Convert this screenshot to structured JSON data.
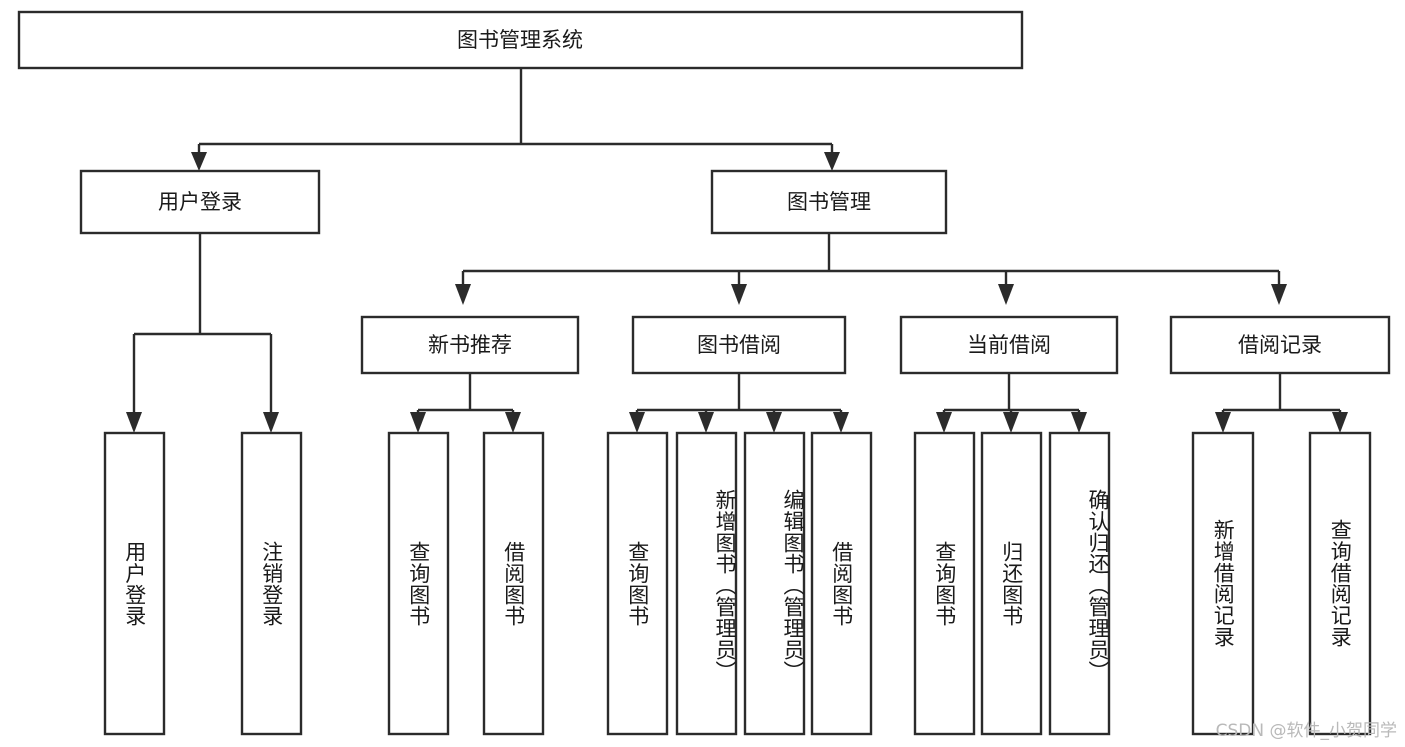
{
  "diagram": {
    "title": "图书管理系统",
    "watermark": "CSDN @软件_小贺同学",
    "type": "tree-hierarchy",
    "orientation": "top-down",
    "colors": {
      "box_fill": "#ffffff",
      "box_stroke": "#2b2b2b",
      "text": "#1a1a1a",
      "watermark": "#b9b9b9",
      "background": "#ffffff"
    },
    "root": {
      "id": "root",
      "label": "图书管理系统",
      "text_orientation": "horizontal"
    },
    "level2": [
      {
        "id": "user-login",
        "label": "用户登录",
        "text_orientation": "horizontal"
      },
      {
        "id": "book-manage",
        "label": "图书管理",
        "text_orientation": "horizontal"
      }
    ],
    "level3": [
      {
        "id": "new-book-recommend",
        "label": "新书推荐",
        "parent": "book-manage",
        "text_orientation": "horizontal"
      },
      {
        "id": "book-borrow",
        "label": "图书借阅",
        "parent": "book-manage",
        "text_orientation": "horizontal"
      },
      {
        "id": "current-borrow",
        "label": "当前借阅",
        "parent": "book-manage",
        "text_orientation": "horizontal"
      },
      {
        "id": "borrow-record",
        "label": "借阅记录",
        "parent": "book-manage",
        "text_orientation": "horizontal"
      }
    ],
    "leaves": [
      {
        "id": "leaf-user-login",
        "label": "用户登录",
        "parent": "user-login",
        "text_orientation": "vertical"
      },
      {
        "id": "leaf-logout-login",
        "label": "注销登录",
        "parent": "user-login",
        "text_orientation": "vertical"
      },
      {
        "id": "leaf-query-book-1",
        "label": "查询图书",
        "parent": "new-book-recommend",
        "text_orientation": "vertical"
      },
      {
        "id": "leaf-borrow-book-1",
        "label": "借阅图书",
        "parent": "new-book-recommend",
        "text_orientation": "vertical"
      },
      {
        "id": "leaf-query-book-2",
        "label": "查询图书",
        "parent": "book-borrow",
        "text_orientation": "vertical"
      },
      {
        "id": "leaf-add-book-admin",
        "label": "新增图书（管理员）",
        "parent": "book-borrow",
        "text_orientation": "vertical"
      },
      {
        "id": "leaf-edit-book-admin",
        "label": "编辑图书（管理员）",
        "parent": "book-borrow",
        "text_orientation": "vertical"
      },
      {
        "id": "leaf-borrow-book-2",
        "label": "借阅图书",
        "parent": "book-borrow",
        "text_orientation": "vertical"
      },
      {
        "id": "leaf-query-book-3",
        "label": "查询图书",
        "parent": "current-borrow",
        "text_orientation": "vertical"
      },
      {
        "id": "leaf-return-book",
        "label": "归还图书",
        "parent": "current-borrow",
        "text_orientation": "vertical"
      },
      {
        "id": "leaf-confirm-return-admin",
        "label": "确认归还（管理员）",
        "parent": "current-borrow",
        "text_orientation": "vertical"
      },
      {
        "id": "leaf-add-borrow-record",
        "label": "新增借阅记录",
        "parent": "borrow-record",
        "text_orientation": "vertical"
      },
      {
        "id": "leaf-query-borrow-record",
        "label": "查询借阅记录",
        "parent": "borrow-record",
        "text_orientation": "vertical"
      }
    ]
  }
}
